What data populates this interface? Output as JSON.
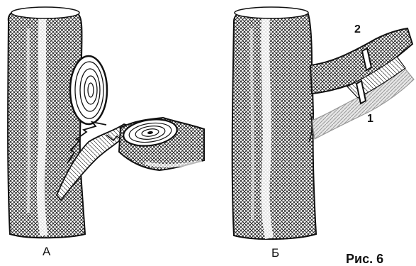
{
  "figure": {
    "panel_a_label": "А",
    "panel_b_label": "Б",
    "cut_label_1": "1",
    "cut_label_2": "2",
    "caption_fragment": "Рис. 6"
  }
}
